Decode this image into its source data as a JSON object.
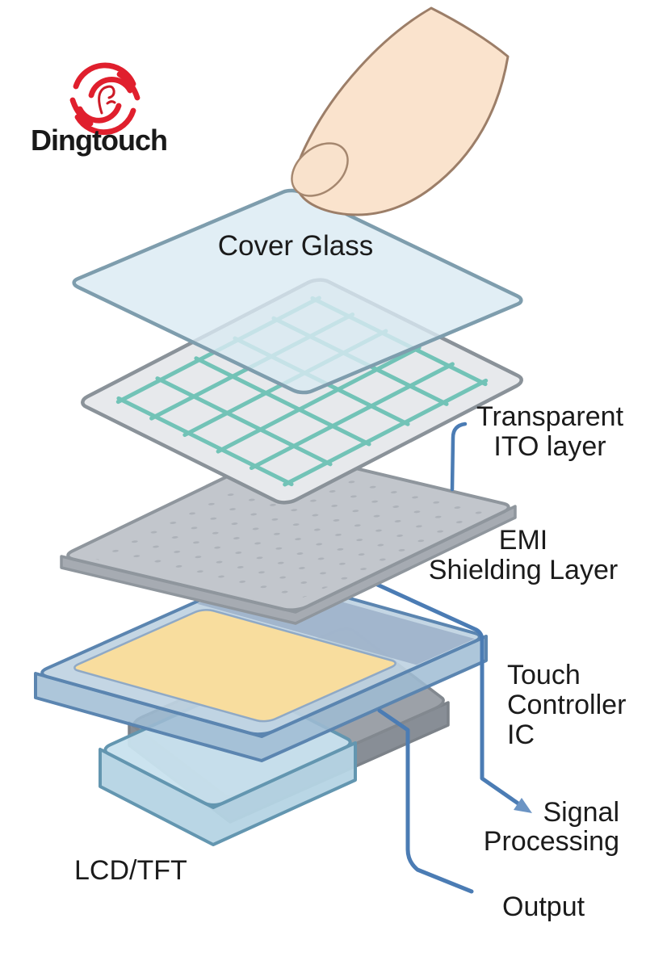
{
  "logo": {
    "brand": "Dingtouch",
    "icon": "fingerprint-swirl-icon"
  },
  "diagram": {
    "subject": "capacitive touch screen exploded layer stack",
    "labels": {
      "cover_glass": "Cover Glass",
      "transparent_ito": [
        "Transparent",
        "ITO layer"
      ],
      "emi": [
        "EMI",
        "Shielding Layer"
      ],
      "touch_ic": [
        "Touch",
        "Controller",
        "IC"
      ],
      "signal": [
        "Signal",
        "Processing"
      ],
      "output": "Output",
      "lcd": "LCD/TFT"
    },
    "colors": {
      "brand_red": "#E01F2D",
      "text": "#1B1B1B",
      "wire_blue": "#4B7CB4",
      "arrow_blue": "#6B94C4",
      "cover_glass_fill": "#D9EAF2",
      "cover_glass_stroke": "#7E9DAD",
      "ito_fill": "#E7E9EC",
      "ito_stroke": "#8A9299",
      "ito_grid": "#72C3B7",
      "emi_top": "#C2C6CC",
      "emi_side": "#A6ABB2",
      "emi_stroke": "#8F969D",
      "emi_dot": "#ABB0B7",
      "ic_top": "#BFD3E2",
      "ic_band": "#9FB2CA",
      "ic_side": "#9FBCD4",
      "ic_stroke": "#5B85B0",
      "chip_yellow": "#F8DD9E",
      "pcb_top": "#9CA1A8",
      "pcb_side": "#888E96",
      "lcd_top": "#C8E2EE",
      "lcd_side": "#B5D4E4",
      "lcd_stroke": "#6396B0",
      "finger_fill": "#FAE3CD",
      "finger_stroke": "#9C7E68"
    }
  }
}
